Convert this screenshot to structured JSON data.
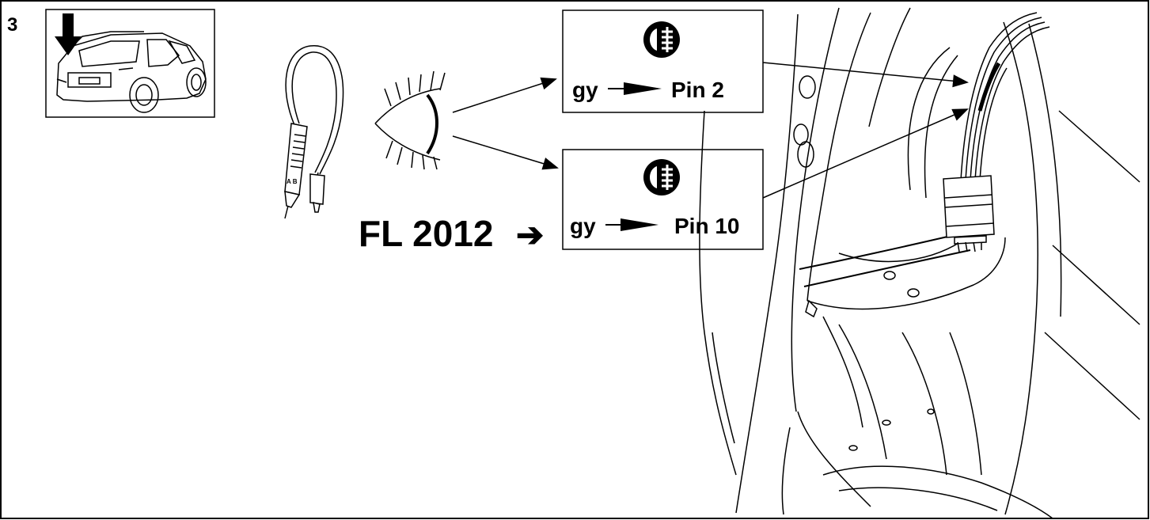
{
  "step": {
    "number": "3"
  },
  "probe": {
    "icon": "test-lamp-probe-icon"
  },
  "eye": {
    "icon": "eye-icon"
  },
  "labels": [
    {
      "icon": "rear-fog-lamp-icon",
      "wire": "gy",
      "pin": "Pin 2"
    },
    {
      "icon": "rear-fog-lamp-icon",
      "wire": "gy",
      "pin": "Pin 10"
    }
  ],
  "facelift": {
    "text": "FL 2012",
    "arrow": "➔"
  },
  "thumbnail": {
    "icon": "suv-rear-view-icon",
    "arrow": "down-arrow-icon"
  },
  "harness": {
    "icon": "wiring-connector-icon"
  }
}
